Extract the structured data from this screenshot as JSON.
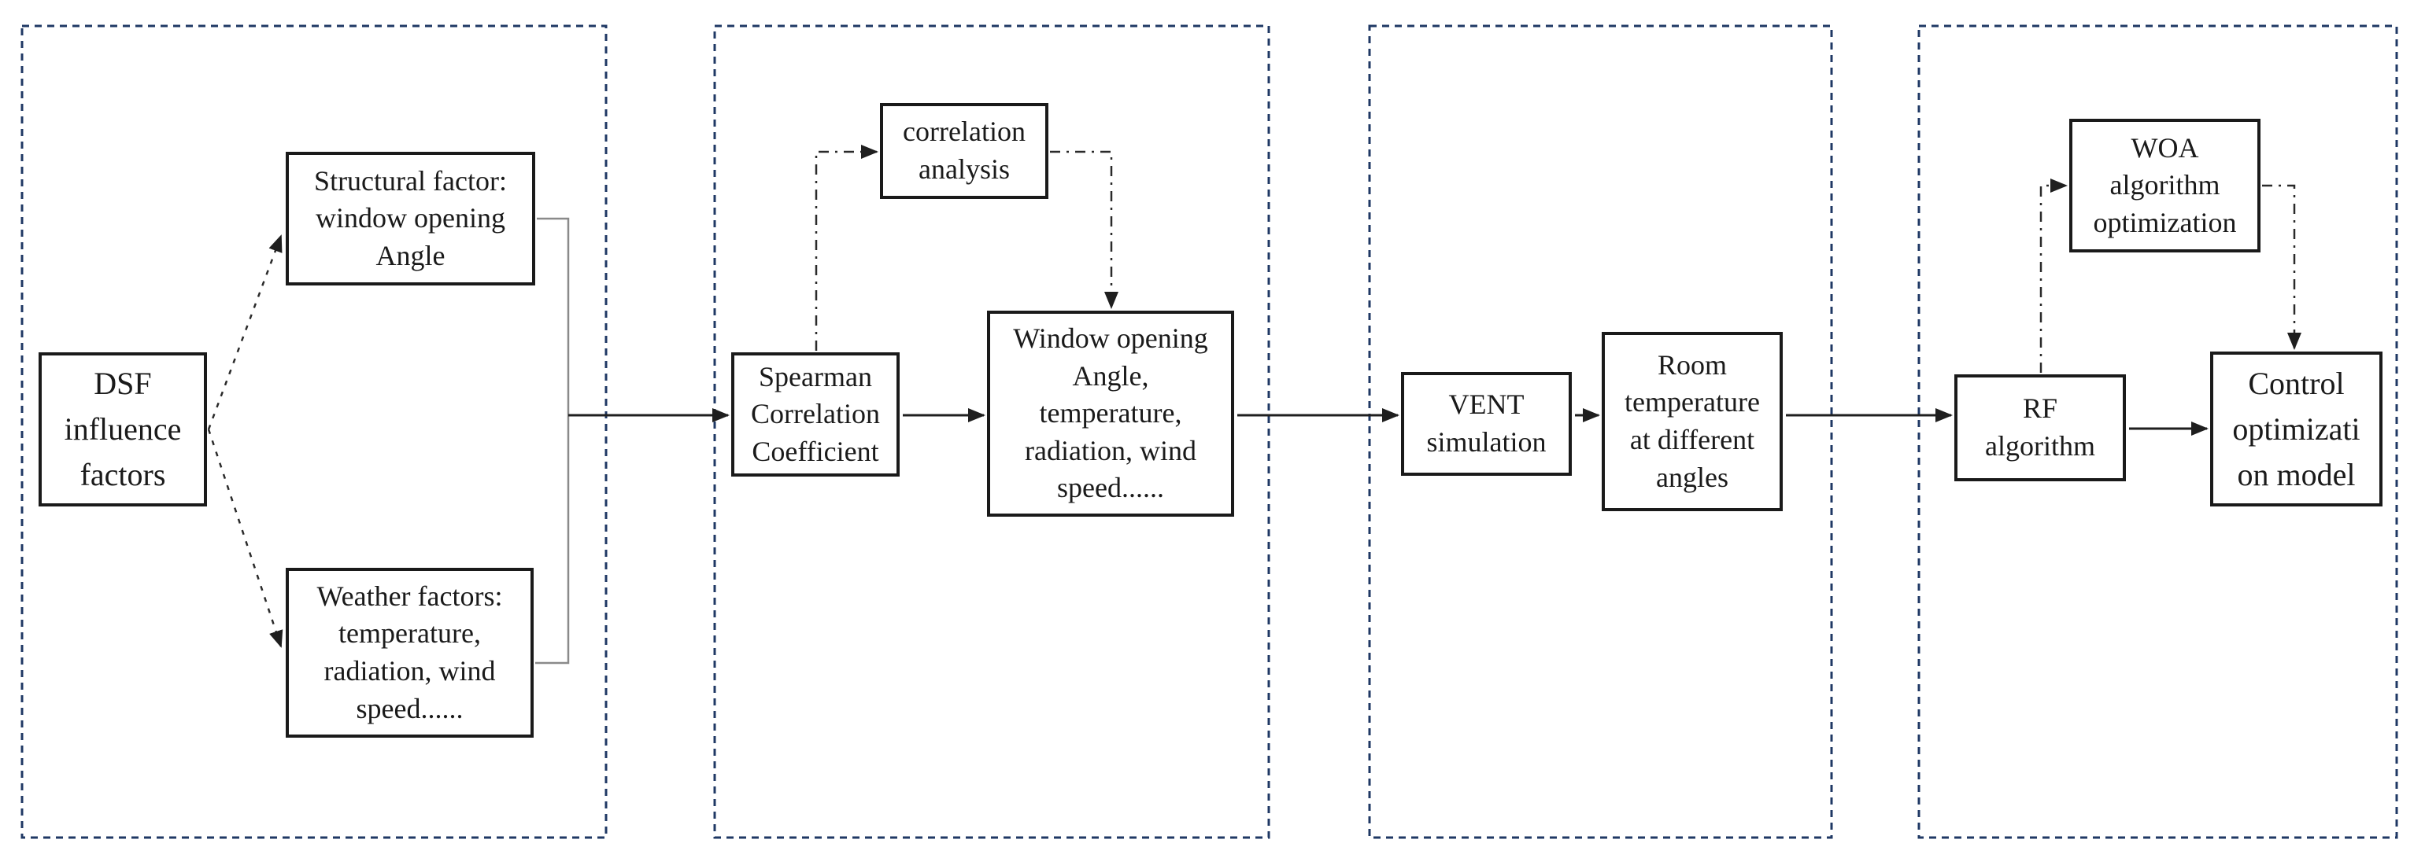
{
  "boxes": {
    "dsf": "DSF\ninfluence\nfactors",
    "structural": "Structural factor:\nwindow opening\nAngle",
    "weather": "Weather factors:\ntemperature,\nradiation, wind\nspeed......",
    "correlation": "correlation\nanalysis",
    "spearman": "Spearman\nCorrelation\nCoefficient",
    "window_factors": "Window opening\nAngle,\ntemperature,\nradiation, wind\nspeed......",
    "vent": "VENT\nsimulation",
    "room": "Room\ntemperature\nat different\nangles",
    "woa": "WOA\nalgorithm\noptimization",
    "rf": "RF\nalgorithm",
    "control": "Control\noptimizati\non model"
  },
  "colors": {
    "panel_border": "#1f3864",
    "box_border": "#1a1a1a",
    "text": "#1a1a1a",
    "arrow": "#1f1f1f",
    "connector": "#8a8a8a",
    "background": "#ffffff"
  }
}
